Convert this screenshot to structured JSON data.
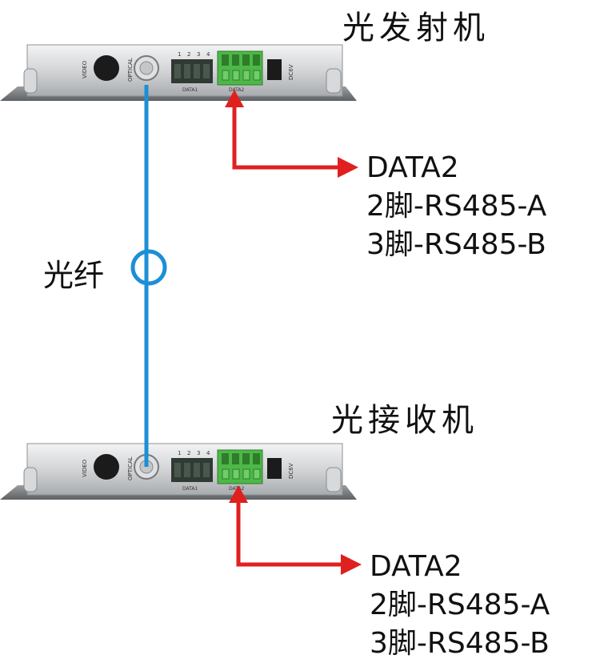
{
  "transmitter": {
    "title": "光发射机",
    "panel_labels": {
      "video": "VIDEO",
      "optical": "OPTICAL",
      "data1": "DATA1",
      "data2": "DATA2",
      "power": "DC6V",
      "pins": [
        "1",
        "2",
        "3",
        "4"
      ]
    },
    "callout": [
      "DATA2",
      "2脚-RS485-A",
      "3脚-RS485-B"
    ]
  },
  "fiber": {
    "label": "光纤"
  },
  "receiver": {
    "title": "光接收机",
    "panel_labels": {
      "video": "VIDEO",
      "optical": "OPTICAL",
      "data1": "DATA1",
      "data2": "DATA2",
      "power": "DC6V",
      "pins": [
        "1",
        "2",
        "3",
        "4"
      ]
    },
    "callout": [
      "DATA2",
      "2脚-RS485-A",
      "3脚-RS485-B"
    ]
  },
  "colors": {
    "fiber": "#1c8fd6",
    "arrow": "#e01f1f",
    "panel": "#cfd1d3",
    "terminal": "#4db848"
  }
}
